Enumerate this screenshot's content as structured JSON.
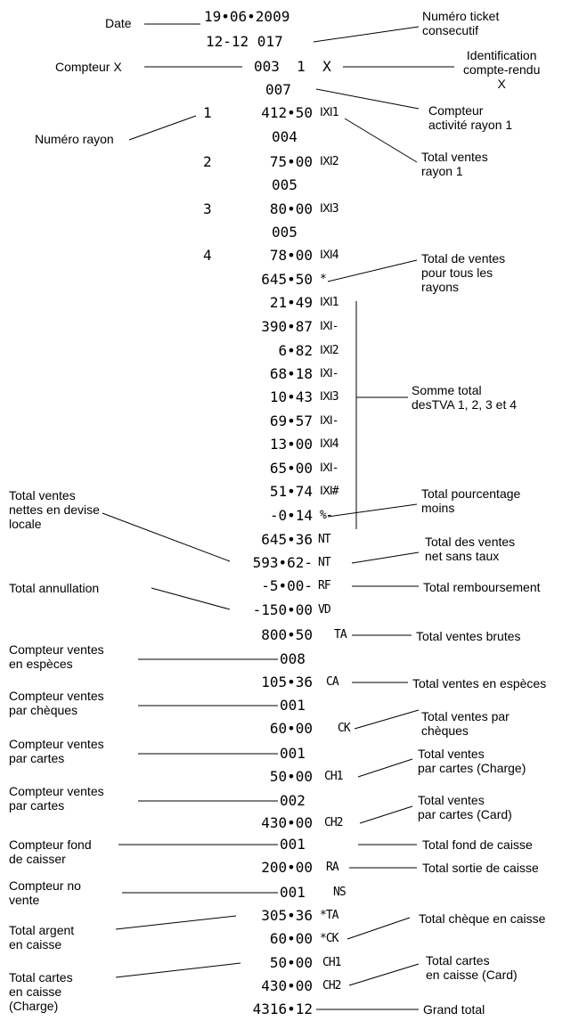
{
  "receipt": {
    "date": "19•06•2009",
    "ticket": "12-12 017",
    "counter_x": "003  1  X",
    "r007": "007",
    "dept1": {
      "num": "1",
      "amount": "412•50",
      "code": "ⅨⅠ1",
      "count": "004"
    },
    "dept2": {
      "num": "2",
      "amount": "75•00",
      "code": "ⅨⅠ2",
      "count": "005"
    },
    "dept3": {
      "num": "3",
      "amount": "80•00",
      "code": "ⅨⅠ3",
      "count": "005"
    },
    "dept4": {
      "num": "4",
      "amount": "78•00",
      "code": "ⅨⅠ4"
    },
    "total": {
      "amount": "645•50",
      "code": "*"
    },
    "tax": [
      {
        "amount": "21•49",
        "code": "ⅨⅠ1"
      },
      {
        "amount": "390•87",
        "code": "ⅨⅠ-"
      },
      {
        "amount": "6•82",
        "code": "ⅨⅠ2"
      },
      {
        "amount": "68•18",
        "code": "ⅨⅠ-"
      },
      {
        "amount": "10•43",
        "code": "ⅨⅠ3"
      },
      {
        "amount": "69•57",
        "code": "ⅨⅠ-"
      },
      {
        "amount": "13•00",
        "code": "ⅨⅠ4"
      },
      {
        "amount": "65•00",
        "code": "ⅨⅠ-"
      },
      {
        "amount": "51•74",
        "code": "ⅨⅠ#"
      },
      {
        "amount": "-0•14",
        "code": "%-"
      }
    ],
    "net_local": {
      "amount": "645•36",
      "code": "NT"
    },
    "net_no_tax": {
      "amount": "593•62-",
      "code": "NT"
    },
    "refund": {
      "amount": "-5•00-",
      "code": "RF"
    },
    "void": {
      "amount": "-150•00",
      "code": "VD"
    },
    "gross": {
      "amount": "800•50",
      "code": "TA"
    },
    "cash": {
      "count": "008",
      "amount": "105•36",
      "code": "CA"
    },
    "cheque": {
      "count": "001",
      "amount": "60•00",
      "code": "CK"
    },
    "charge": {
      "count": "001",
      "amount": "50•00",
      "code": "CH1"
    },
    "card": {
      "count": "002",
      "amount": "430•00",
      "code": "CH2"
    },
    "float_count": "001",
    "payout": {
      "amount": "200•00",
      "code": "RA"
    },
    "no_sale": {
      "count": "001",
      "code": "NS"
    },
    "drawer_cash": {
      "amount": "305•36",
      "code": "*TA"
    },
    "drawer_cheque": {
      "amount": "60•00",
      "code": "*CK"
    },
    "drawer_charge": {
      "amount": "50•00",
      "code": "CH1"
    },
    "drawer_card": {
      "amount": "430•00",
      "code": "CH2"
    },
    "grand_total": "4316•12"
  },
  "left_labels": [
    "Date",
    "Compteur X",
    "Numéro rayon",
    [
      "Total ventes",
      "nettes en devise",
      "locale"
    ],
    "Total annullation",
    [
      "Compteur  ventes",
      "en espèces"
    ],
    [
      "Compteur  ventes",
      "par chèques"
    ],
    [
      "Compteur  ventes",
      "par cartes"
    ],
    [
      "Compteur  ventes",
      "par cartes"
    ],
    [
      "Compteur fond",
      "de caisser"
    ],
    [
      "Compteur no",
      "vente"
    ],
    [
      "Total argent",
      "en caisse"
    ],
    [
      "Total cartes",
      "en caisse",
      "(Charge)"
    ]
  ],
  "right_labels": [
    [
      "Numéro ticket",
      "consecutif"
    ],
    [
      "Identification",
      "compte-rendu",
      "X"
    ],
    [
      "Compteur",
      "activité rayon 1"
    ],
    [
      "Total ventes",
      "rayon 1"
    ],
    [
      "Total de ventes",
      "pour tous les",
      "rayons"
    ],
    [
      "Somme total",
      "desTVA 1, 2, 3 et 4"
    ],
    [
      "Total pourcentage",
      "moins"
    ],
    [
      "Total des ventes",
      "net sans taux"
    ],
    "Total remboursement",
    "Total ventes brutes",
    "Total ventes en espèces",
    [
      "Total ventes par",
      "chèques"
    ],
    [
      "Total ventes",
      "par cartes (Charge)"
    ],
    [
      "Total ventes",
      "par cartes (Card)"
    ],
    "Total fond de caisse",
    "Total sortie de caisse",
    "Total chèque en caisse",
    [
      "Total cartes",
      "en caisse (Card)"
    ],
    "Grand total"
  ]
}
